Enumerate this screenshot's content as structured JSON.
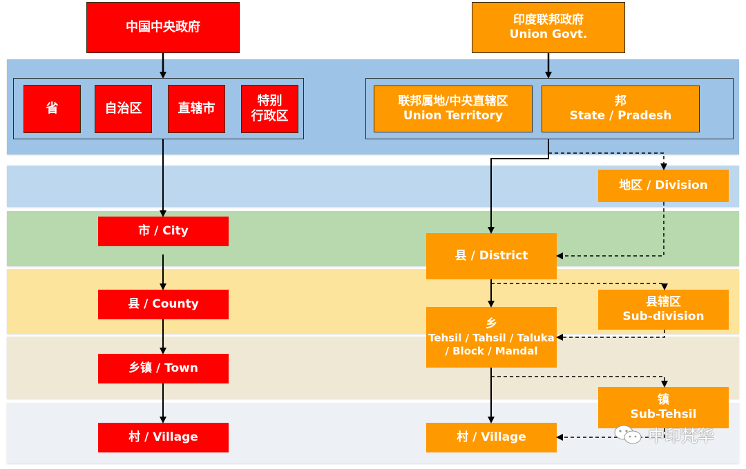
{
  "colors": {
    "china_box": "#ff0000",
    "india_box": "#ff9900",
    "band_1": "#9dc3e6",
    "band_2": "#bdd7ee",
    "band_3": "#b8d9ae",
    "band_4": "#fde49c",
    "band_5": "#efe8d4",
    "band_6": "#edf0f4"
  },
  "china": {
    "top": "中国中央政府",
    "provincial": [
      "省",
      "自治区",
      "直辖市",
      "特别\n行政区"
    ],
    "special_line1": "特别",
    "special_line2": "行政区",
    "city": "市 / City",
    "county": "县 / County",
    "town": "乡镇 / Town",
    "village": "村 / Village"
  },
  "india": {
    "top_zh": "印度联邦政府",
    "top_en": "Union Govt.",
    "ut_zh": "联邦属地/中央直辖区",
    "ut_en": "Union Territory",
    "state_zh": "邦",
    "state_en": "State / Pradesh",
    "division": "地区 / Division",
    "district": "县 / District",
    "subdivision_zh": "县辖区",
    "subdivision_en": "Sub-division",
    "tehsil_zh": "乡",
    "tehsil_en1": "Tehsil / Tahsil / Taluka",
    "tehsil_en2": "/ Block / Mandal",
    "subtehsil_zh": "镇",
    "subtehsil_en": "Sub-Tehsil",
    "village": "村 / Village"
  },
  "watermark": {
    "icon": "wechat-icon",
    "text": "中印梵华"
  }
}
